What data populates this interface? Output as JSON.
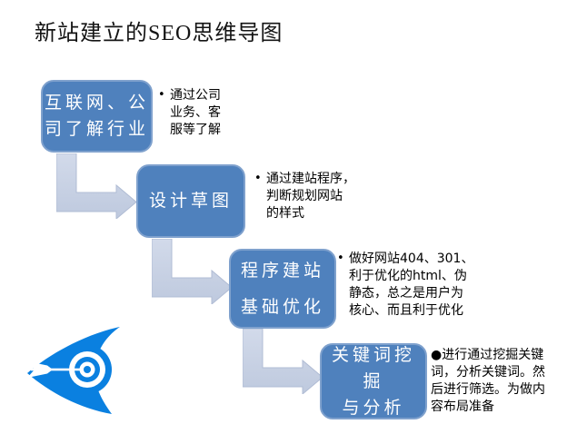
{
  "title": "新站建立的SEO思维导图",
  "steps": [
    {
      "label": "互联网、公\n司了解行业",
      "marker": "•",
      "note": "通过公司\n业务、客\n服等了解"
    },
    {
      "label": "设计草图",
      "marker": "•",
      "note": "通过建站程序，\n判断规划网站\n的样式"
    },
    {
      "label": "程序建站\n基础优化",
      "marker": "•",
      "note": "做好网站404、301、\n利于优化的html、伪\n静态，总之是用户为\n核心、而且利于优化"
    },
    {
      "label": "关键词挖掘\n与分析",
      "marker": "",
      "note": "●进行通过挖掘关键\n词，分析关键词。然\n后进行筛选。为做内\n容布局准备"
    }
  ],
  "icons": {
    "arrow": "elbow-arrow-icon",
    "logo": "target-dart-logo"
  },
  "colors": {
    "background": "#ffffff",
    "box_fill": "#4f81bd",
    "box_border": "#7fa1cd",
    "box_text": "#ffffff",
    "arrow_fill_top": "#d2daea",
    "arrow_fill_bottom": "#bec9de",
    "logo_blue": "#0a80e0",
    "title_text": "#141414",
    "note_text": "#000000"
  }
}
